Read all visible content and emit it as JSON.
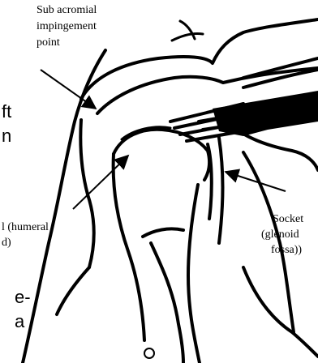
{
  "labels": {
    "impingement": [
      "Sub acromial",
      "impingement",
      "point"
    ],
    "socket": [
      "Socket",
      "(glenoid",
      "fossa))"
    ],
    "ball": [
      "l (humeral",
      "d)"
    ],
    "clipped_left": [
      "ft",
      "n"
    ],
    "clipped_bottom": [
      "e-",
      "a"
    ]
  },
  "colors": {
    "ink": "#000000",
    "background": "#ffffff"
  }
}
